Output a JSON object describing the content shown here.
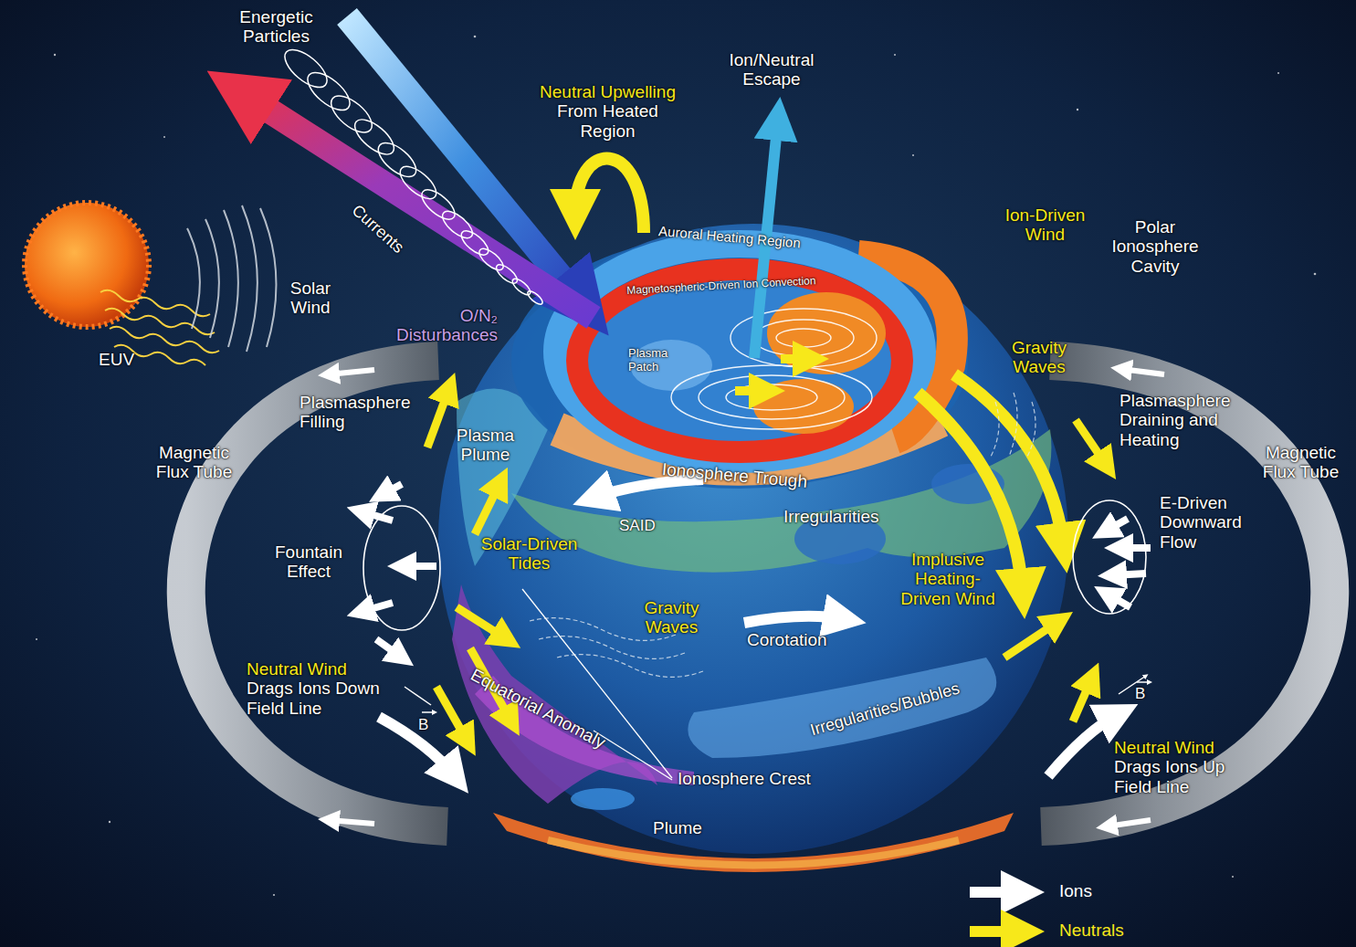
{
  "diagram": {
    "labels": [
      "Energetic Particles",
      "Ion/Neutral Escape",
      "Neutral Upwelling From Heated Region",
      "Currents",
      "Solar Wind",
      "EUV",
      "O/N₂ Disturbances",
      "Auroral Heating Region",
      "Magnetospheric-Driven Ion Convection",
      "Ion-Driven Wind",
      "Polar Ionosphere Cavity",
      "Plasma Patch",
      "Gravity Waves",
      "Plasmasphere Filling",
      "Plasmasphere Draining and Heating",
      "Magnetic Flux Tube",
      "Magnetic Flux Tube",
      "Plasma Plume",
      "Ionosphere Trough",
      "SAID",
      "Irregularities",
      "E-Driven Downward Flow",
      "Fountain Effect",
      "Solar-Driven Tides",
      "Implusive Heating-Driven Wind",
      "Gravity Waves",
      "Corotation",
      "Neutral Wind Drags Ions Down Field Line",
      "B",
      "Equatorial Anomaly",
      "Irregularities/Bubbles",
      "B",
      "Neutral Wind Drags Ions Up Field Line",
      "Ionosphere Crest",
      "Plume"
    ],
    "legend": [
      {
        "text": "Ions"
      },
      {
        "text": "Neutrals"
      }
    ]
  }
}
